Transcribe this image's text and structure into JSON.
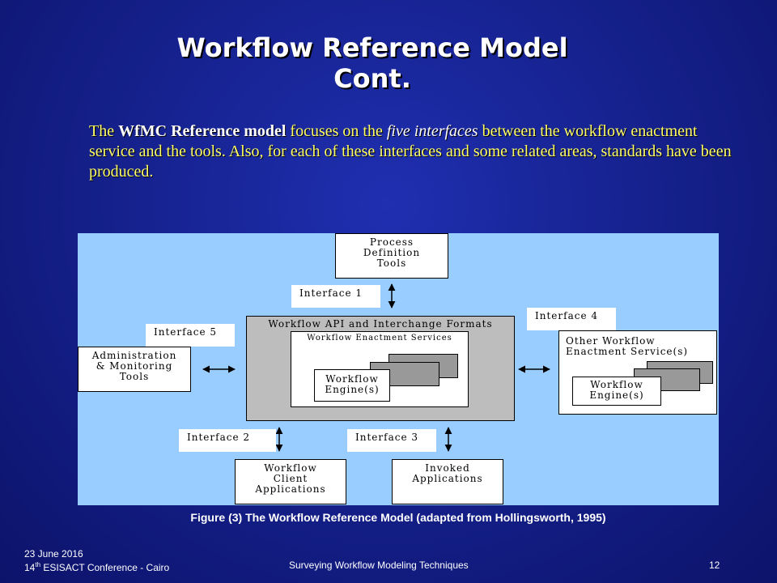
{
  "slide": {
    "title_line1": "Workflow Reference Model",
    "title_line2": "Cont.",
    "body": {
      "p1": "The ",
      "p2": "WfMC Reference model",
      "p3": " focuses on the ",
      "p4": "five interfaces",
      "p5": " between the workflow enactment service and the tools. Also, for each of these interfaces and some related areas, standards have been produced."
    },
    "caption": "Figure (3) The Workflow Reference Model (adapted from Hollingsworth, 1995)",
    "footer": {
      "date": "23 June 2016",
      "conf_num": "14",
      "conf_sup": "th",
      "conf_rest": " ESISACT Conference - Cairo",
      "center": "Surveying Workflow Modeling Techniques",
      "page": "12"
    }
  },
  "diagram": {
    "process_line1": "Process",
    "process_line2": "Definition",
    "process_line3": "Tools",
    "interface1": "Interface 1",
    "interface2": "Interface 2",
    "interface3": "Interface 3",
    "interface4": "Interface 4",
    "interface5": "Interface 5",
    "api_title": "Workflow API and Interchange Formats",
    "enactment_services": "Workflow Enactment Services",
    "engine_line1": "Workflow",
    "engine_line2": "Engine(s)",
    "admin_line1": "Administration",
    "admin_line2": "& Monitoring",
    "admin_line3": "Tools",
    "other_line1": "Other Workflow",
    "other_line2": "Enactment Service(s)",
    "other_engine_line1": "Workflow",
    "other_engine_line2": "Engine(s)",
    "client_line1": "Workflow",
    "client_line2": "Client",
    "client_line3": "Applications",
    "invoked_line1": "Invoked",
    "invoked_line2": "Applications"
  }
}
